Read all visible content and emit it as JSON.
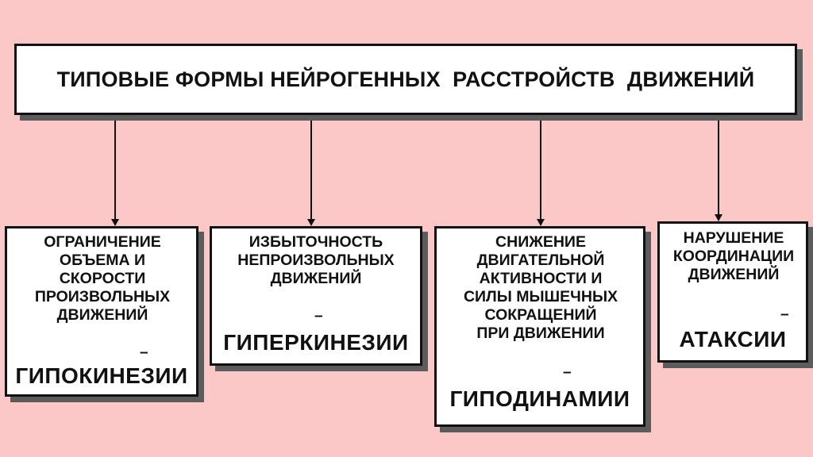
{
  "title": "ТИПОВЫЕ ФОРМЫ НЕЙРОГЕННЫХ  РАССТРОЙСТВ  ДВИЖЕНИЙ",
  "boxes": [
    {
      "description": "ОГРАНИЧЕНИЕ\nОБЪЕМА  И\nСКОРОСТИ\nПРОИЗВОЛЬНЫХ\nДВИЖЕНИЙ",
      "dash": "–",
      "term": "ГИПОКИНЕЗИИ"
    },
    {
      "description": "ИЗБЫТОЧНОСТЬ\nНЕПРОИЗВОЛЬНЫХ\nДВИЖЕНИЙ",
      "dash": "–",
      "term": "ГИПЕРКИНЕЗИИ"
    },
    {
      "description": "СНИЖЕНИЕ\nДВИГАТЕЛЬНОЙ\nАКТИВНОСТИ   И\nСИЛЫ  МЫШЕЧНЫХ\nСОКРАЩЕНИЙ\nПРИ  ДВИЖЕНИИ",
      "dash": "–",
      "term": "ГИПОДИНАМИИ"
    },
    {
      "description": "НАРУШЕНИЕ\nКООРДИНАЦИИ\nДВИЖЕНИЙ",
      "dash": "–",
      "term": "АТАКСИИ"
    }
  ]
}
